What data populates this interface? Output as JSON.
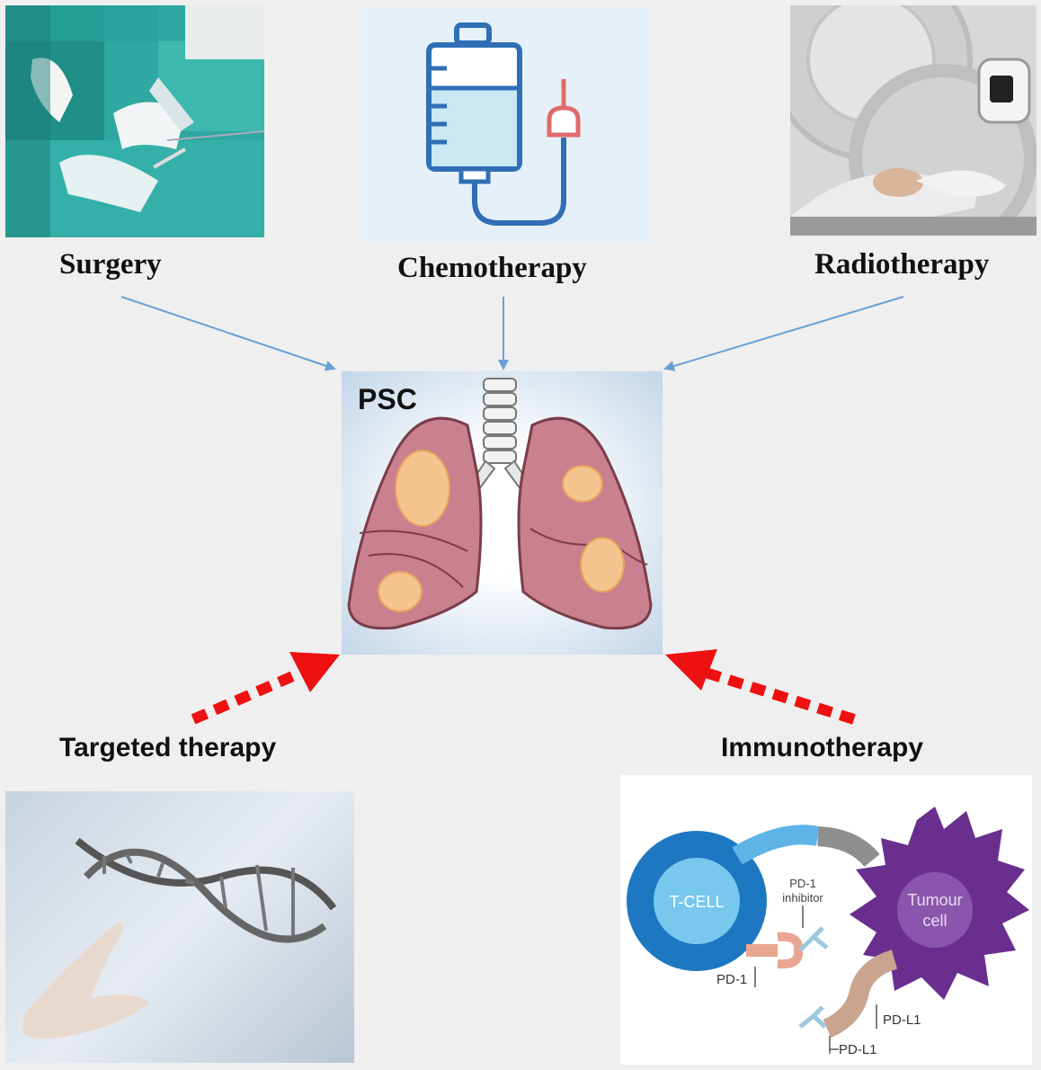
{
  "labels": {
    "surgery": "Surgery",
    "chemotherapy": "Chemotherapy",
    "radiotherapy": "Radiotherapy",
    "psc": "PSC",
    "targeted_therapy": "Targeted therapy",
    "immunotherapy": "Immunotherapy"
  },
  "immuno_diagram": {
    "t_cell": "T-CELL",
    "tumour_line1": "Tumour",
    "tumour_line2": "cell",
    "pd1_inhibitor_line1": "PD-1",
    "pd1_inhibitor_line2": "inhibitor",
    "pd1": "PD-1",
    "pdl1_a": "PD-L1",
    "pdl1_b": "PD-L1"
  },
  "icons": [
    "iv-bag-icon",
    "surgery-photo",
    "radiotherapy-photo",
    "lungs-illustration",
    "dna-helix-photo"
  ],
  "colors": {
    "solid_arrow": "#6a9fd4",
    "dashed_arrow": "#ee1111",
    "iv_bag_stroke": "#2f6fb5",
    "iv_bag_fill": "#c9e8f3",
    "tcell": "#1d78c1",
    "tumour": "#6a2f8e"
  }
}
